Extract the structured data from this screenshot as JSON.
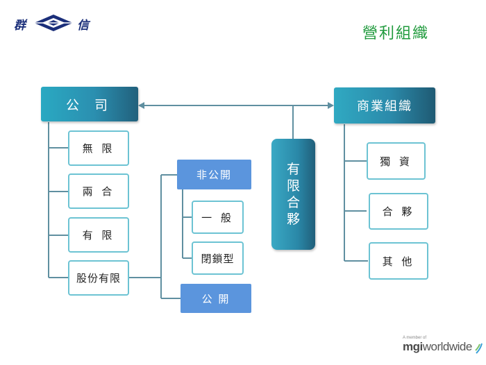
{
  "logo": {
    "left": "群",
    "right": "信"
  },
  "title": "營利組織",
  "company": {
    "label": "公 司",
    "children": [
      "無 限",
      "兩 合",
      "有 限",
      "股份有限"
    ]
  },
  "share_company": {
    "non_public": "非公開",
    "non_public_children": [
      "一 般",
      "閉鎖型"
    ],
    "public": "公 開"
  },
  "llp": {
    "chars": [
      "有",
      "限",
      "合",
      "夥"
    ]
  },
  "business": {
    "label": "商業組織",
    "children": [
      "獨 資",
      "合 夥",
      "其 他"
    ]
  },
  "footer": {
    "member": "A member of",
    "brand_a": "mgi",
    "brand_b": "worldwide"
  },
  "colors": {
    "teal": "#2b8fb0",
    "outline": "#6cc3d3",
    "blue_box": "#5b95dd",
    "connector": "#5f8fa0",
    "title": "#1f9a3c"
  }
}
